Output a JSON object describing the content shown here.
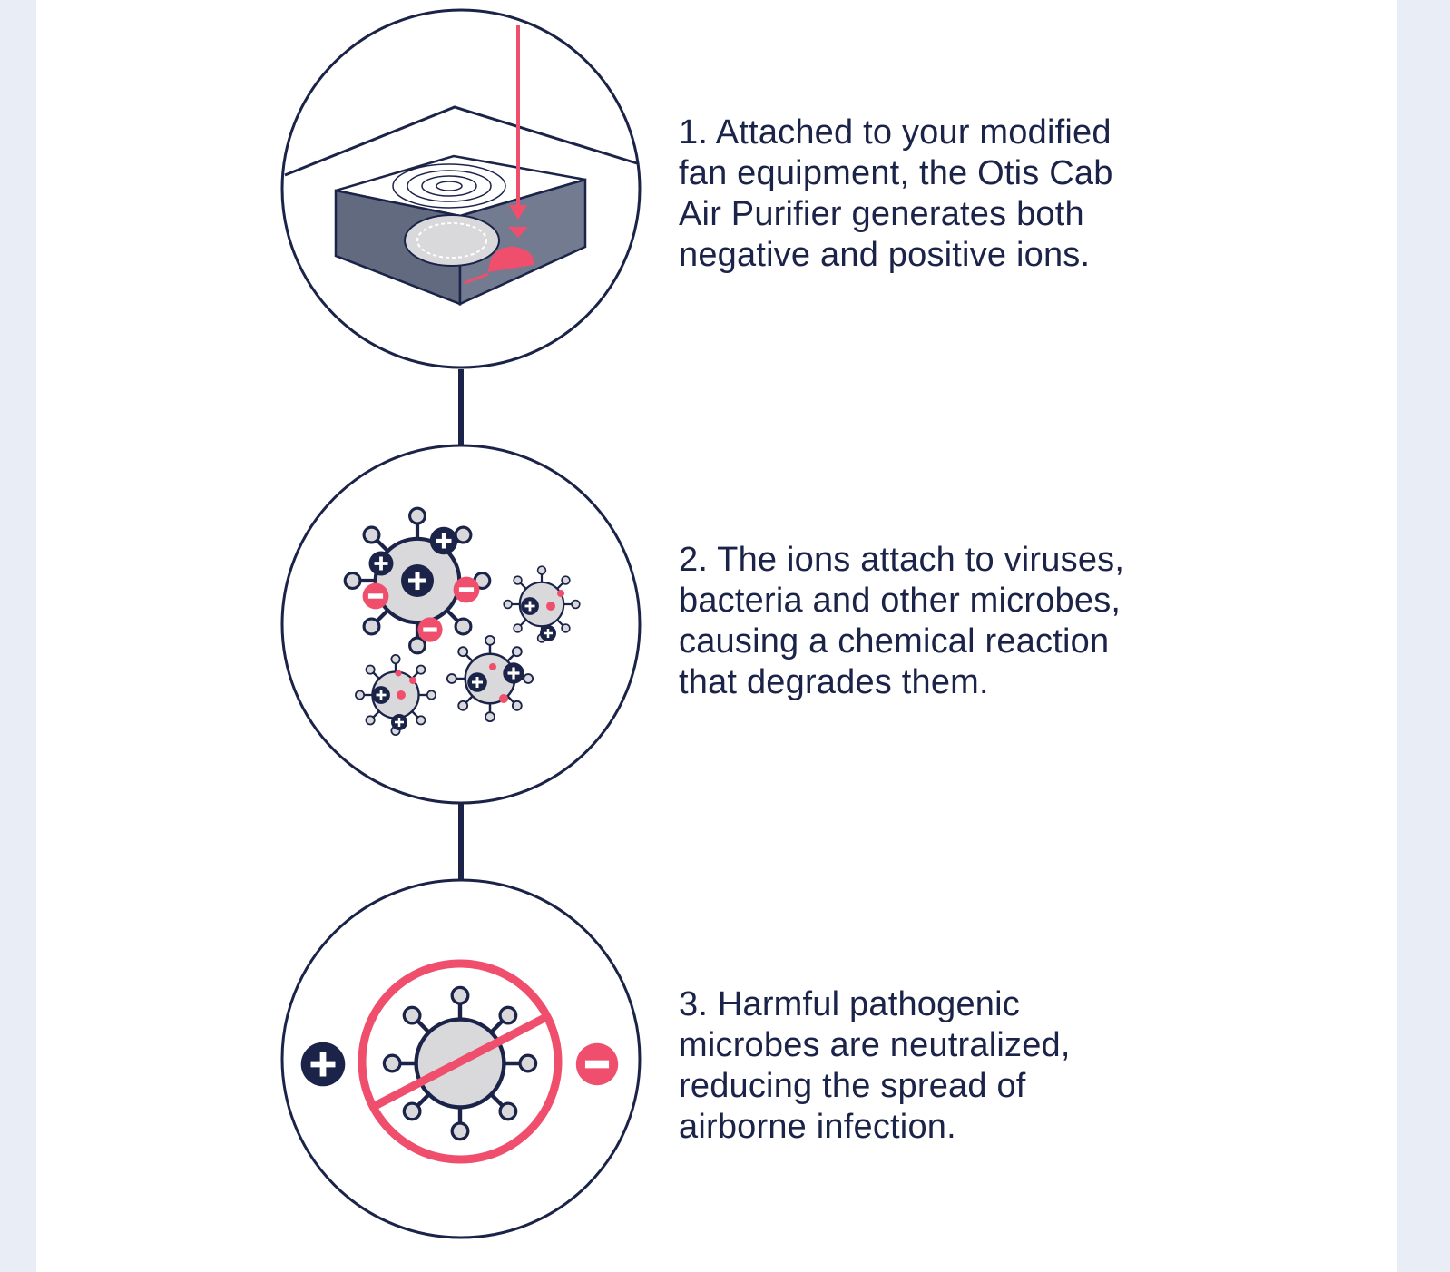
{
  "steps": [
    {
      "lines": [
        "1. Attached to your modified",
        "fan equipment, the Otis Cab",
        "Air Purifier generates both",
        "negative and positive ions."
      ],
      "icon": "air-purifier-device-icon"
    },
    {
      "lines": [
        "2. The ions attach to viruses,",
        "bacteria and other microbes,",
        "causing a chemical reaction",
        "that degrades them."
      ],
      "icon": "ionized-virus-icon"
    },
    {
      "lines": [
        "3. Harmful pathogenic",
        "microbes are neutralized,",
        "reducing the spread of",
        "airborne infection."
      ],
      "icon": "neutralized-virus-icon"
    }
  ],
  "colors": {
    "navy": "#1b2348",
    "accent_pink": "#ef4f6c",
    "virus_gray": "#d9d9dc",
    "device_dark": "#626a80",
    "background": "#e9edf6"
  }
}
